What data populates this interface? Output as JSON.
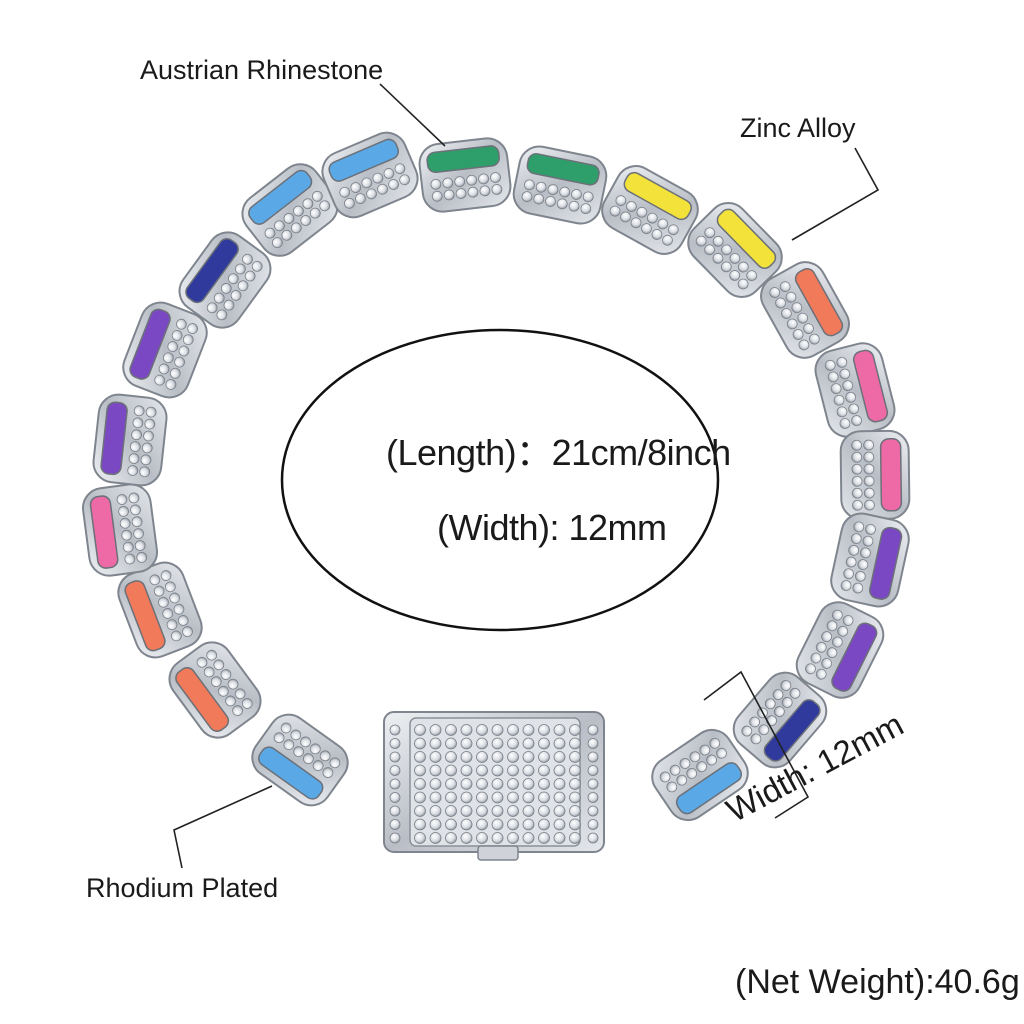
{
  "labels": {
    "austrian_rhinestone": "Austrian Rhinestone",
    "zinc_alloy": "Zinc Alloy",
    "rhodium_plated": "Rhodium Plated",
    "width_dimension": "Width: 12mm"
  },
  "specs": {
    "length": "(Length)：21cm/8inch",
    "width": "(Width): 12mm",
    "net_weight": "(Net Weight):40.6g"
  },
  "product": {
    "image": "rainbow-enamel-cuban-link-bracelet",
    "enamel_colors": [
      "#5aa9e6",
      "#2e9e6a",
      "#f2e23a",
      "#f07a5a",
      "#ee6aa6",
      "#7b48c4",
      "#2f3a9c"
    ],
    "metal_color": "#c8ccd2"
  }
}
